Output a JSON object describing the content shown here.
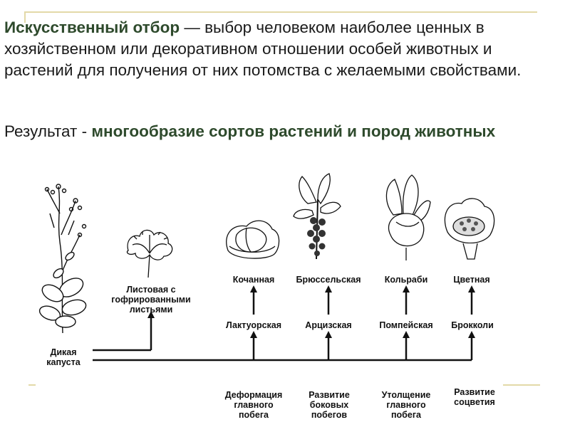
{
  "intro": {
    "term": "Искусственный отбор",
    "text": " — выбор человеком наиболее ценных в хозяйственном или декоративном отношении особей животных и растений для получения от них потомства с желаемыми свойствами."
  },
  "result": {
    "prefix": "Результат - ",
    "term": "многообразие сортов растений и пород животных"
  },
  "diagram": {
    "wild": "Дикая капуста",
    "leafy": "Листовая с гофрированными листьями",
    "top_labels": [
      "Кочанная",
      "Брюссельская",
      "Кольраби",
      "Цветная"
    ],
    "mid_labels": [
      "Лактуорская",
      "Арцизская",
      "Помпейская",
      "Брокколи"
    ],
    "bottom_labels": [
      "Деформация главного побега",
      "Развитие боковых побегов",
      "Утолщение главного побега",
      "Развитие соцветия"
    ]
  },
  "colors": {
    "accent": "#2e4a2c",
    "frame": "#e3d9a8"
  },
  "icons": [
    "wild-cabbage-icon",
    "leafy-kale-icon",
    "head-cabbage-icon",
    "brussels-sprouts-icon",
    "kohlrabi-icon",
    "cauliflower-icon"
  ]
}
